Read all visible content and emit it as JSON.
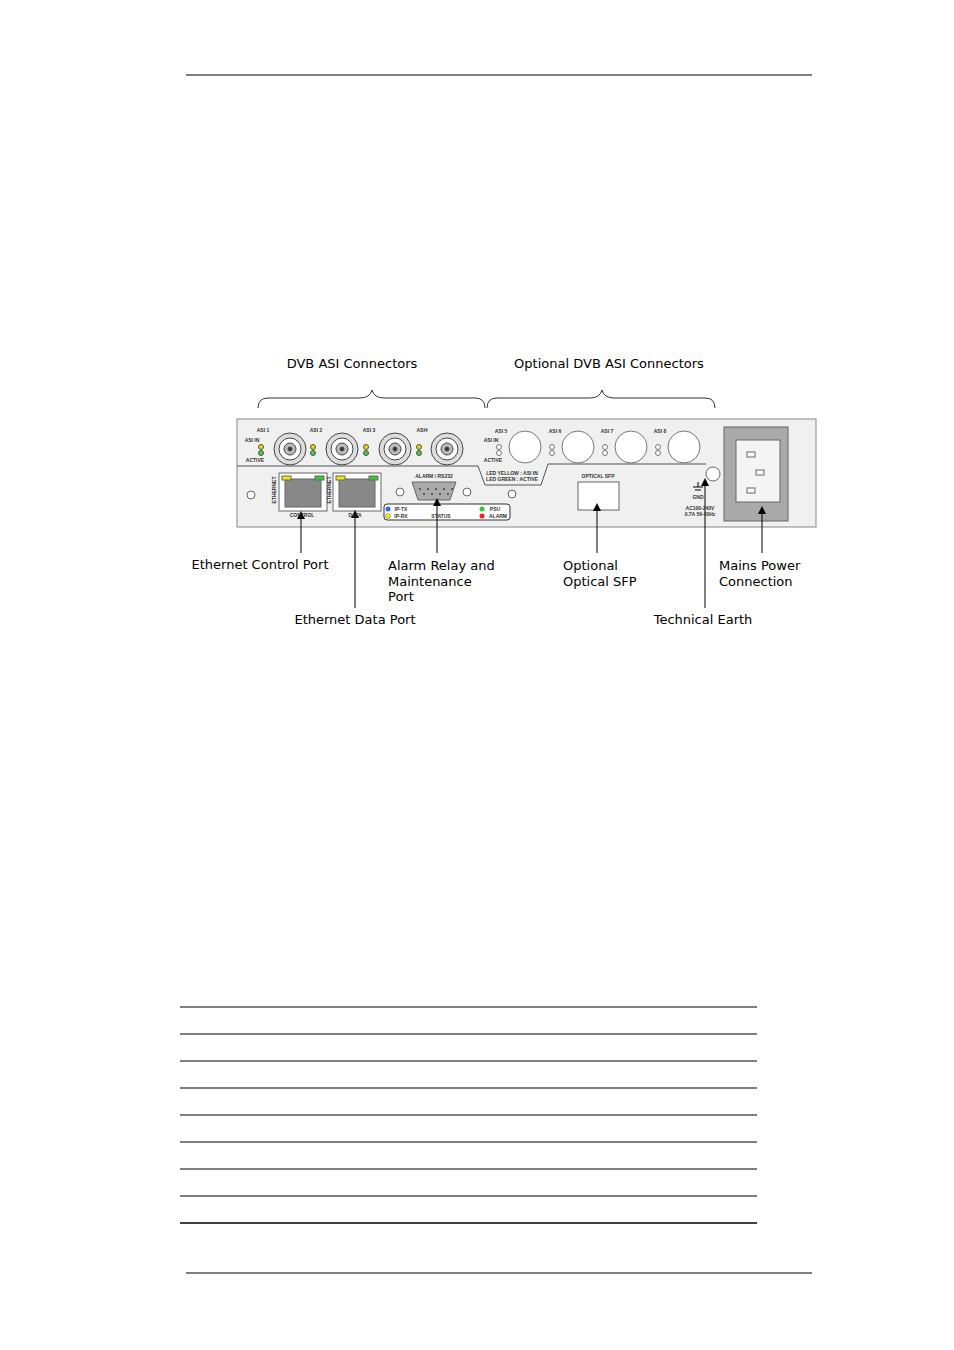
{
  "diagram": {
    "labels": [
      "DVB ASI Connectors",
      "Optional DVB ASI Connectors",
      "ASI 1",
      "ASI IN",
      "ACTIVE",
      "ASI 2",
      "ASI 3",
      "ASI4",
      "ASI 5",
      "ASI IN",
      "ACTIVE",
      "ASI 6",
      "ASI 7",
      "ASI 8",
      "LED YELLOW : ASI IN",
      "LED GREEN   : ACTIVE",
      "ETHERNET",
      "CONTROL",
      "ETHERNET",
      "DATA",
      "ALARM / RS232",
      "STATUS",
      "IP-TX",
      "IP-RX",
      "PSU",
      "ALARM",
      "OPTICAL SFP",
      "GND",
      "AC100-240V",
      "0.7A 50-60Hz",
      "Ethernet Control Port",
      "Ethernet Data Port",
      "Alarm Relay and Maintenance Port",
      "Optional Optical SFP",
      "Technical Earth",
      "Mains Power Connection"
    ]
  }
}
